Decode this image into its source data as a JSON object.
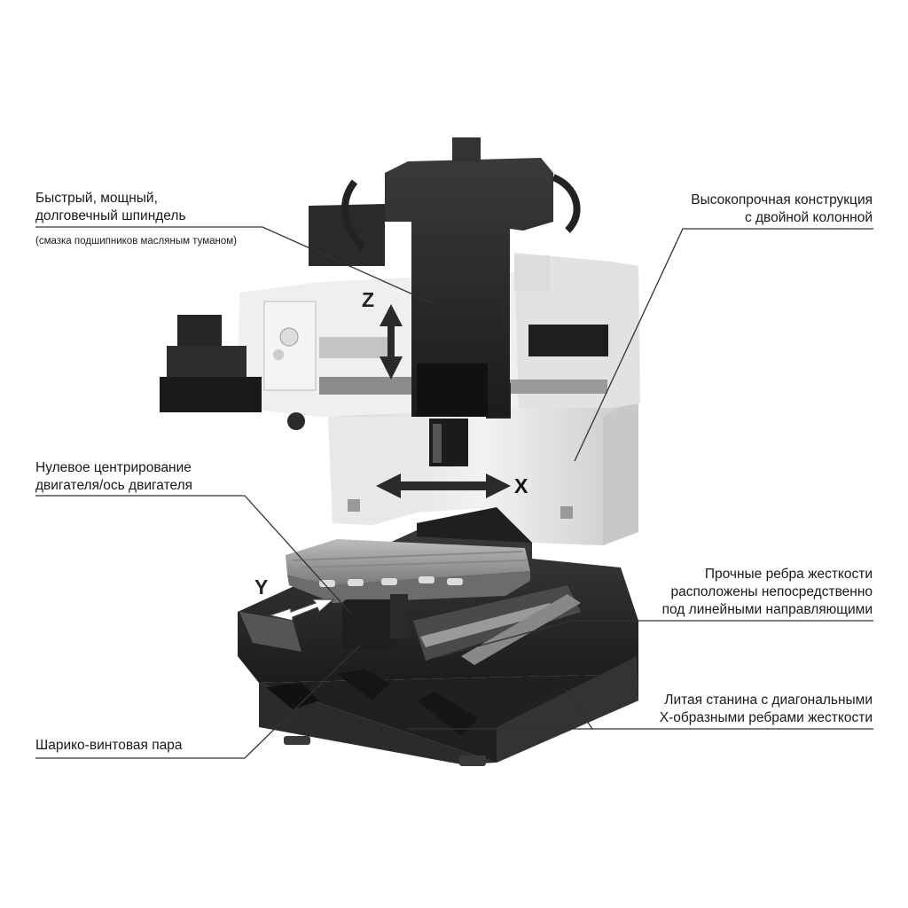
{
  "callouts": {
    "spindle": {
      "line1": "Быстрый, мощный,",
      "line2": "долговечный шпиндель",
      "note": "(смазка подшипников масляным туманом)"
    },
    "column": {
      "line1": "Высокопрочная конструкция",
      "line2": "с двойной колонной"
    },
    "motor_centering": {
      "line1": "Нулевое центрирование",
      "line2": "двигателя/ось двигателя"
    },
    "ribs": {
      "line1": "Прочные ребра жесткости",
      "line2": "расположены непосредственно",
      "line3": "под линейными направляющими"
    },
    "base": {
      "line1": "Литая станина с диагональными",
      "line2": "Х-образными ребрами жесткости"
    },
    "ballscrew": {
      "line1": "Шарико-винтовая пара"
    }
  },
  "axes": {
    "z": "Z",
    "x": "X",
    "y": "Y"
  },
  "colors": {
    "casting_white": "#ededed",
    "machine_black": "#2a2a2a",
    "leader": "#333333",
    "background": "#ffffff"
  }
}
